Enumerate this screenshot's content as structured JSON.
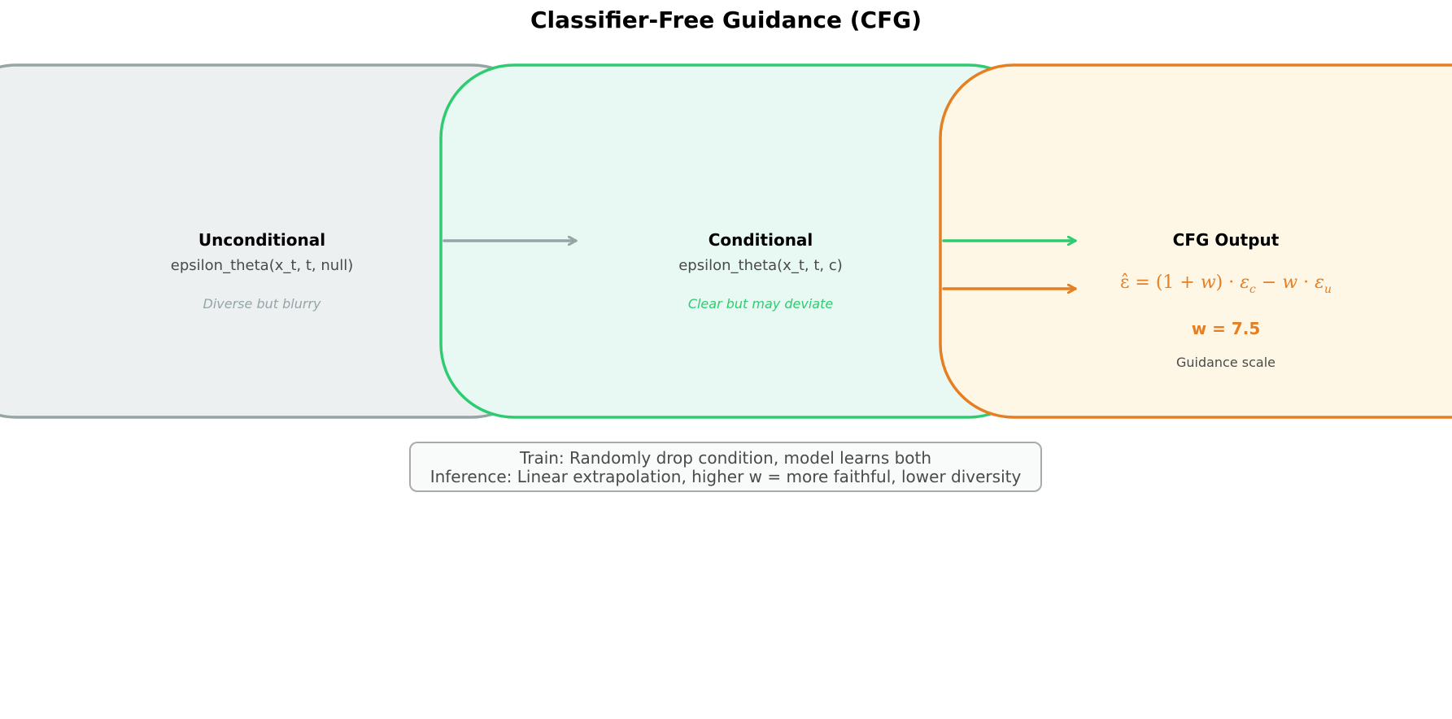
{
  "title": "Classifier-Free Guidance (CFG)",
  "colors": {
    "unconditional": "#95a5a6",
    "unconditional_fill": "#ecf0f1",
    "conditional": "#2ecc71",
    "conditional_fill": "#e8f8f2",
    "cfg": "#e67e22",
    "cfg_fill": "#fef7e6",
    "text_muted": "#4a4a4a"
  },
  "boxes": {
    "unconditional": {
      "title": "Unconditional",
      "formula": "epsilon_theta(x_t, t, null)",
      "note": "Diverse but blurry"
    },
    "conditional": {
      "title": "Conditional",
      "formula": "epsilon_theta(x_t, t, c)",
      "note": "Clear but may deviate"
    },
    "cfg_output": {
      "title": "CFG Output",
      "weight": "w = 7.5",
      "weight_label": "Guidance scale"
    }
  },
  "footnote": {
    "line1": "Train: Randomly drop condition, model learns both",
    "line2": "Inference: Linear extrapolation, higher w = more faithful, lower diversity"
  }
}
